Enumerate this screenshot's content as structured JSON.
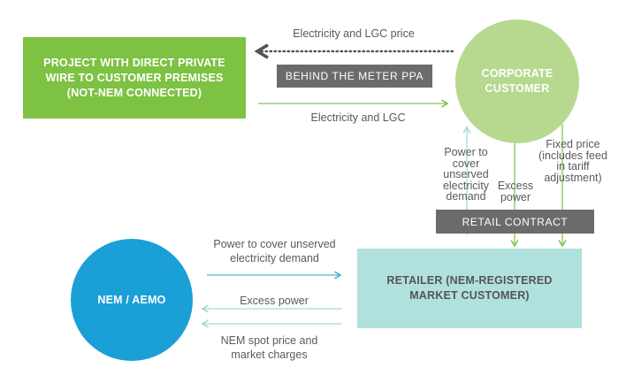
{
  "nodes": {
    "project": "PROJECT WITH DIRECT PRIVATE WIRE TO CUSTOMER PREMISES (NOT-NEM CONNECTED)",
    "corporate": "CORPORATE CUSTOMER",
    "retailer": "RETAILER (NEM-REGISTERED MARKET CUSTOMER)",
    "nem": "NEM / AEMO"
  },
  "tags": {
    "ppa": "BEHIND THE METER PPA",
    "retail_contract": "RETAIL CONTRACT"
  },
  "flows": {
    "price_top": "Electricity and LGC price",
    "lgc": "Electricity and LGC",
    "power_cover_vertical": "Power to cover unserved electricity demand",
    "excess_vertical": "Excess power",
    "fixed_price": "Fixed price (includes feed in tariff adjustment)",
    "power_cover_horizontal": "Power to cover unserved electricity demand",
    "excess_horizontal": "Excess power",
    "spot_price": "NEM spot price and market charges"
  },
  "colors": {
    "green": "#7dc242",
    "light_green": "#b7d98f",
    "teal": "#b1e1dc",
    "blue": "#1a9fd6",
    "arrow_blue": "#56b2d6",
    "arrow_green": "#8cc25a",
    "arrow_teal": "#a6dbd4",
    "dark_gray": "#555555",
    "tag_gray": "#6b6b6b"
  }
}
